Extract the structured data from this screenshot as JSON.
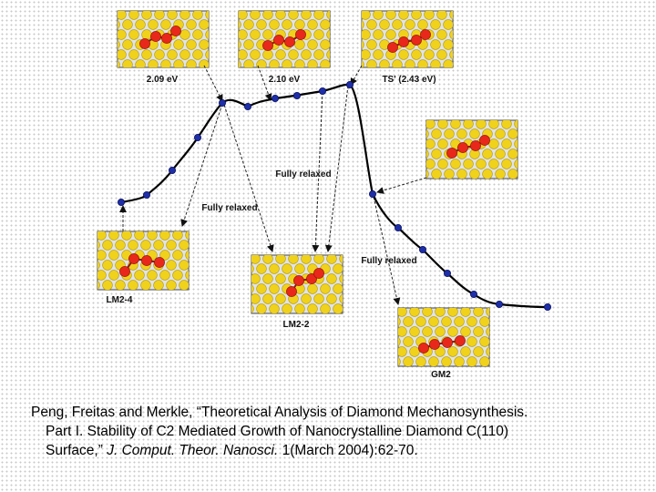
{
  "figure": {
    "energy_labels": {
      "first": "2.09 eV",
      "second": "2.10 eV",
      "transition": "TS' (2.43 eV)"
    },
    "relax_labels": {
      "left": "Fully relaxed",
      "middle": "Fully relaxed",
      "right": "Fully relaxed"
    },
    "structure_labels": {
      "lm2_4": "LM2-4",
      "lm2_2": "LM2-2",
      "gm2": "GM2"
    },
    "colors": {
      "curve": "#000000",
      "point": "#1f2fa8",
      "surface_atom": "#f0d21c",
      "dimer_atom": "#e8281a"
    },
    "curve_point_count": 17
  },
  "citation": {
    "authors": "Peng, Freitas and Merkle, “Theoretical Analysis of Diamond Mechanosynthesis.",
    "line2": "Part I. Stability of C2 Mediated Growth of Nanocrystalline Diamond C(110)",
    "line3_prefix": "Surface,” ",
    "journal": "J. Comput. Theor. Nanosci.",
    "line3_suffix": " 1(March 2004):62-70."
  }
}
